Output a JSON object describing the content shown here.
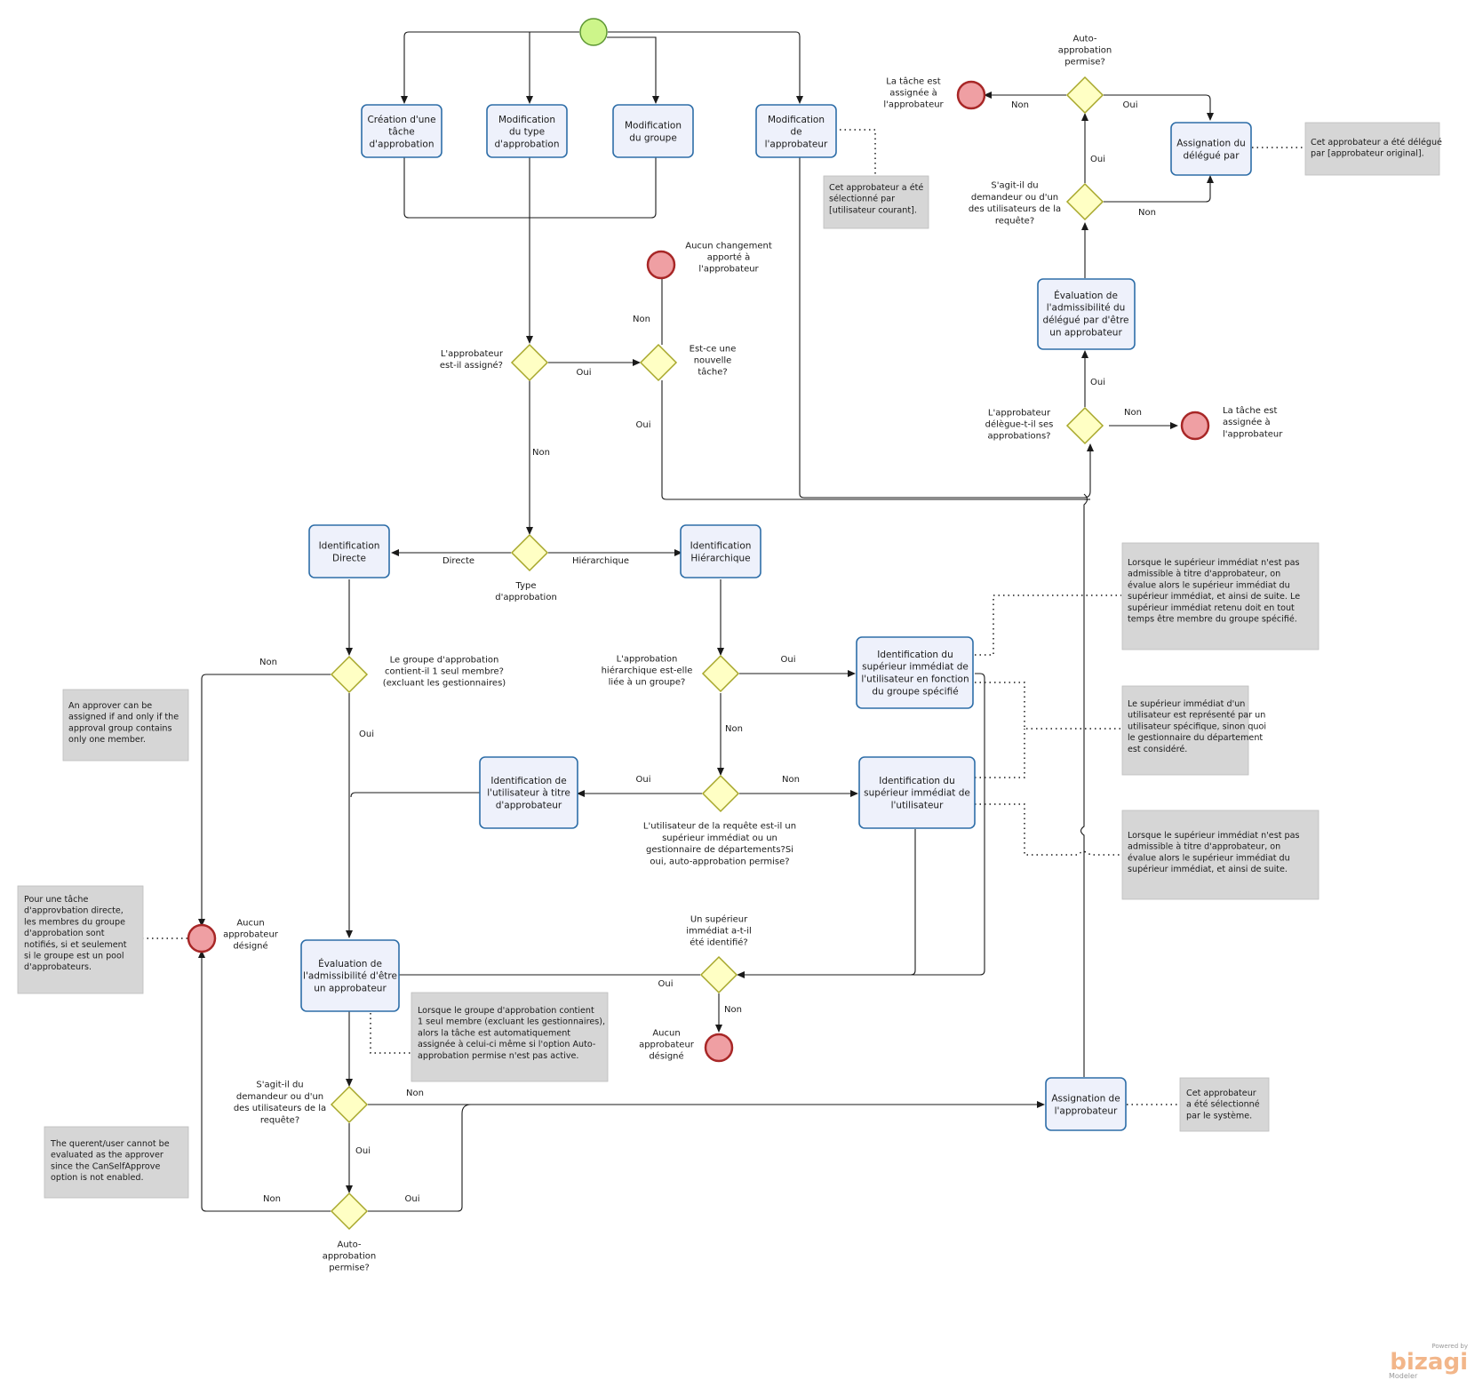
{
  "tasks": {
    "creation": [
      "Création d'une",
      "tâche",
      "d'approbation"
    ],
    "modif_type": [
      "Modification",
      "du type",
      "d'approbation"
    ],
    "modif_groupe": [
      "Modification",
      "du groupe"
    ],
    "modif_approbateur": [
      "Modification",
      "de",
      "l'approbateur"
    ],
    "assignation_delegue": [
      "Assignation du",
      "délégué par"
    ],
    "eval_delegue": [
      "Évaluation de",
      "l'admissibilité du",
      "délégué par d'être",
      "un approbateur"
    ],
    "ident_directe": [
      "Identification",
      "Directe"
    ],
    "ident_hierarchique": [
      "Identification",
      "Hiérarchique"
    ],
    "ident_sup_groupe": [
      "Identification du",
      "supérieur immédiat de",
      "l'utilisateur en fonction",
      "du groupe spécifié"
    ],
    "ident_user_approbateur": [
      "Identification de",
      "l'utilisateur à titre",
      "d'approbateur"
    ],
    "ident_sup_user": [
      "Identification du",
      "supérieur immédiat de",
      "l'utilisateur"
    ],
    "eval_approbateur": [
      "Évaluation de",
      "l'admissibilité d'être",
      "un approbateur"
    ],
    "assignation_approbateur": [
      "Assignation de",
      "l'approbateur"
    ]
  },
  "labels": {
    "auto_permise_top": [
      "Auto-",
      "approbation",
      "permise?"
    ],
    "tache_assignee_top": [
      "La tâche est",
      "assignée à",
      "l'approbateur"
    ],
    "demandeur_top": [
      "S'agit-il du",
      "demandeur ou d'un",
      "des utilisateurs de la",
      "requête?"
    ],
    "aucun_changement": [
      "Aucun changement",
      "apporté à",
      "l'approbateur"
    ],
    "approbateur_assigne": [
      "L'approbateur",
      "est-il assigné?"
    ],
    "nouvelle_tache": [
      "Est-ce une",
      "nouvelle",
      "tâche?"
    ],
    "delegue_ses": [
      "L'approbateur",
      "délègue-t-il ses",
      "approbations?"
    ],
    "tache_assignee_right": [
      "La tâche est",
      "assignée à",
      "l'approbateur"
    ],
    "type_approbation": [
      "Type",
      "d'approbation"
    ],
    "groupe_un_membre": [
      "Le groupe d'approbation",
      "contient-il 1 seul membre?",
      "(excluant les gestionnaires)"
    ],
    "hierarchique_liee": [
      "L'approbation",
      "hiérarchique est-elle",
      "liée à un groupe?"
    ],
    "user_superieur": [
      "L'utilisateur de la requête est-il un",
      "supérieur immédiat ou un",
      "gestionnaire de départements?Si",
      "oui, auto-approbation permise?"
    ],
    "superieur_identifie": [
      "Un supérieur",
      "immédiat a-t-il",
      "été identifié?"
    ],
    "aucun_designe_left": [
      "Aucun",
      "approbateur",
      "désigné"
    ],
    "aucun_designe_mid": [
      "Aucun",
      "approbateur",
      "désigné"
    ],
    "demandeur_bottom": [
      "S'agit-il du",
      "demandeur ou d'un",
      "des utilisateurs de la",
      "requête?"
    ],
    "auto_permise_bottom": [
      "Auto-",
      "approbation",
      "permise?"
    ]
  },
  "flow_labels": {
    "oui": "Oui",
    "non": "Non",
    "directe": "Directe",
    "hierarchique": "Hiérarchique"
  },
  "notes": {
    "selectionne_courant": [
      "Cet approbateur a été",
      "sélectionné par",
      "[utilisateur courant]."
    ],
    "delegue_original": [
      "Cet approbateur a été délégué",
      "par [approbateur original]."
    ],
    "sup_non_admissible_1": [
      "Lorsque le supérieur immédiat n'est pas",
      "admissible à titre d'approbateur, on",
      "évalue alors le supérieur immédiat du",
      "supérieur immédiat, et ainsi de suite. Le",
      "supérieur immédiat retenu doit en tout",
      "temps être membre du groupe spécifié."
    ],
    "sup_represente": [
      "Le supérieur immédiat d'un",
      "utilisateur est représenté par un",
      "utilisateur spécifique, sinon quoi",
      "le gestionnaire du département",
      "est considéré."
    ],
    "sup_non_admissible_2": [
      "Lorsque le supérieur immédiat n'est pas",
      "admissible à titre d'approbateur, on",
      "évalue alors le supérieur immédiat du",
      "supérieur immédiat, et ainsi de suite."
    ],
    "approver_one_member": [
      "An approver can be",
      "assigned if and only if the",
      "approval group contains",
      "only one member."
    ],
    "tache_directe": [
      "Pour une tâche",
      "d'approvbation directe,",
      "les membres du groupe",
      "d'approbation sont",
      "notifiés, si et seulement",
      "si le groupe est un pool",
      "d'approbateurs."
    ],
    "groupe_un_membre_note": [
      "Lorsque le groupe d'approbation contient",
      "1 seul membre (excluant les gestionnaires),",
      "alors la tâche est automatiquement",
      "assignée à celui-ci même si l'option Auto-",
      "approbation permise n'est pas active."
    ],
    "querent": [
      "The querent/user cannot be",
      "evaluated as the approver",
      "since the CanSelfApprove",
      "option is not enabled."
    ],
    "selectionne_systeme": [
      "Cet approbateur",
      "a été sélectionné",
      "par le système."
    ]
  },
  "branding": {
    "powered_by": "Powered by",
    "name": "bizagi",
    "product": "Modeler"
  },
  "colors": {
    "task_fill": "#eef1fb",
    "task_stroke": "#2e6ea8",
    "gateway_fill": "#ffffc4",
    "gateway_stroke": "#a7a72a",
    "start_fill": "#cdf58a",
    "end_fill": "#ef9fa3",
    "note_fill": "#d6d6d6"
  }
}
